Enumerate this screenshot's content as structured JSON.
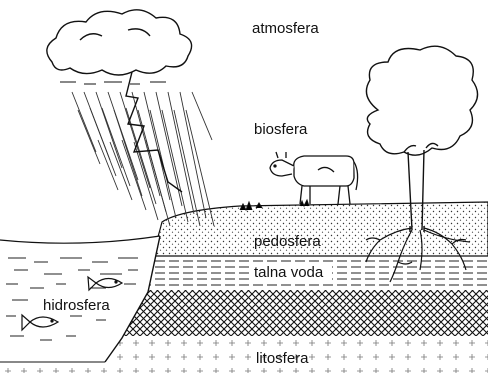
{
  "labels": {
    "atmosphere": "atmosfera",
    "biosphere": "biosfera",
    "pedosphere": "pedosfera",
    "groundwater": "talna voda",
    "hydrosphere": "hidrosfera",
    "lithosphere": "litosfera"
  },
  "colors": {
    "ink": "#111111",
    "background": "#ffffff"
  }
}
